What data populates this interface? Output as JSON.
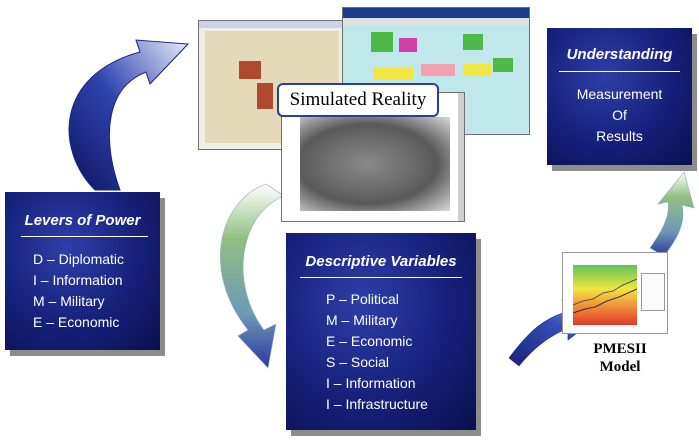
{
  "levers": {
    "title": "Levers of Power",
    "items": [
      "D – Diplomatic",
      "I  – Information",
      "M – Military",
      "E  – Economic"
    ]
  },
  "descriptive": {
    "title": "Descriptive Variables",
    "items": [
      "P – Political",
      "M – Military",
      "E  – Economic",
      "S  – Social",
      "I   – Information",
      "I   – Infrastructure"
    ]
  },
  "understanding": {
    "title": "Understanding",
    "lines": [
      "Measurement",
      "Of",
      "Results"
    ]
  },
  "simulated": {
    "label": "Simulated Reality"
  },
  "pmesii": {
    "label_line1": "PMESII",
    "label_line2": "Model"
  },
  "colors": {
    "box_dark": "#0a0f4c",
    "box_mid": "#16207a",
    "arrow_blue": "#24319a",
    "arrow_green": "#7fae6f"
  }
}
